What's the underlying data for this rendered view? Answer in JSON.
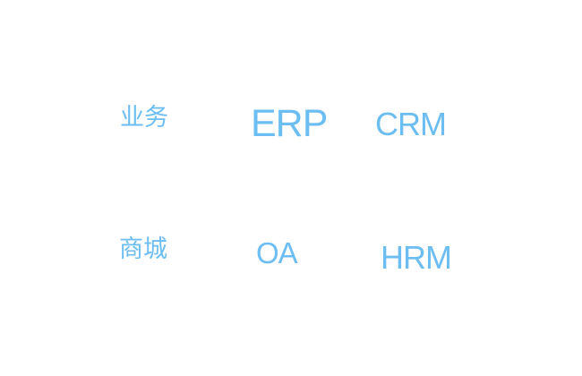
{
  "words": {
    "yewu": "业务",
    "erp": "ERP",
    "crm": "CRM",
    "shangcheng": "商城",
    "oa": "OA",
    "hrm": "HRM"
  },
  "colors": {
    "text": "#6cbdf1",
    "background": "#ffffff"
  }
}
